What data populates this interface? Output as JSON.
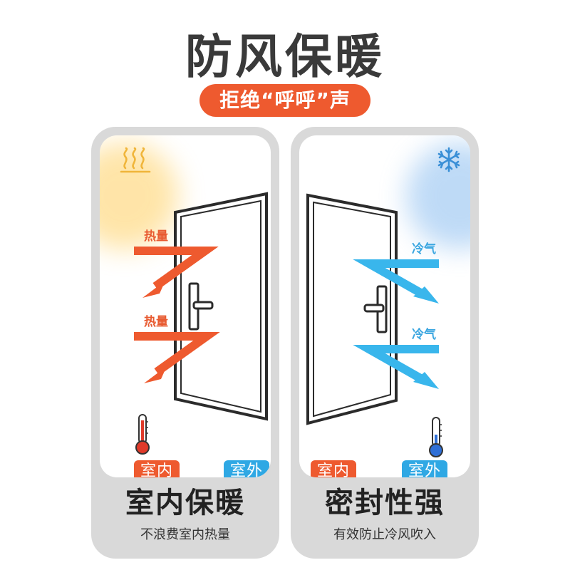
{
  "header": {
    "title": "防风保暖",
    "subtitle": "拒绝“呼呼”声"
  },
  "colors": {
    "accent_orange": "#ee5a2f",
    "accent_blue": "#2fa8e4",
    "card_gray": "#d9d9d9",
    "door_dark": "#2b2b2b"
  },
  "left_card": {
    "heading": "室内保暖",
    "caption": "不浪费室内热量",
    "arrow_labels": [
      "热量",
      "热量"
    ],
    "tag_left": "室内",
    "tag_right": "室外",
    "icons": [
      "heat-waves-icon",
      "thermometer-hot-icon"
    ]
  },
  "right_card": {
    "heading": "密封性强",
    "caption": "有效防止冷风吹入",
    "arrow_labels": [
      "冷气",
      "冷气"
    ],
    "tag_left": "室内",
    "tag_right": "室外",
    "icons": [
      "snowflake-icon",
      "thermometer-cold-icon"
    ]
  }
}
